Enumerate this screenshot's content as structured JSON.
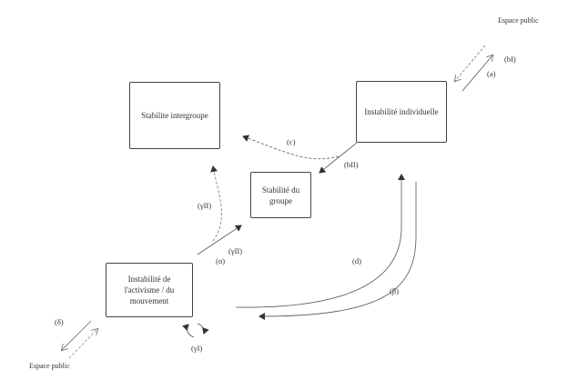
{
  "nodes": {
    "intergroup": "Stabilite intergroupe",
    "individual": "Instabilité individuelle",
    "group": "Stabilité du groupe",
    "activism": "Instabilité de l'activisme / du mouvement",
    "public_top": "Espace public",
    "public_bottom": "Espace public"
  },
  "edge_labels": {
    "a": "(a)",
    "bI": "(bI)",
    "bII": "(bII)",
    "c": "(c)",
    "d": "(d)",
    "alpha": "(α)",
    "beta": "(β)",
    "gammaI": "(γI)",
    "gammaII_upper": "(γII)",
    "gammaII_lower": "(γII)",
    "delta": "(δ)"
  }
}
